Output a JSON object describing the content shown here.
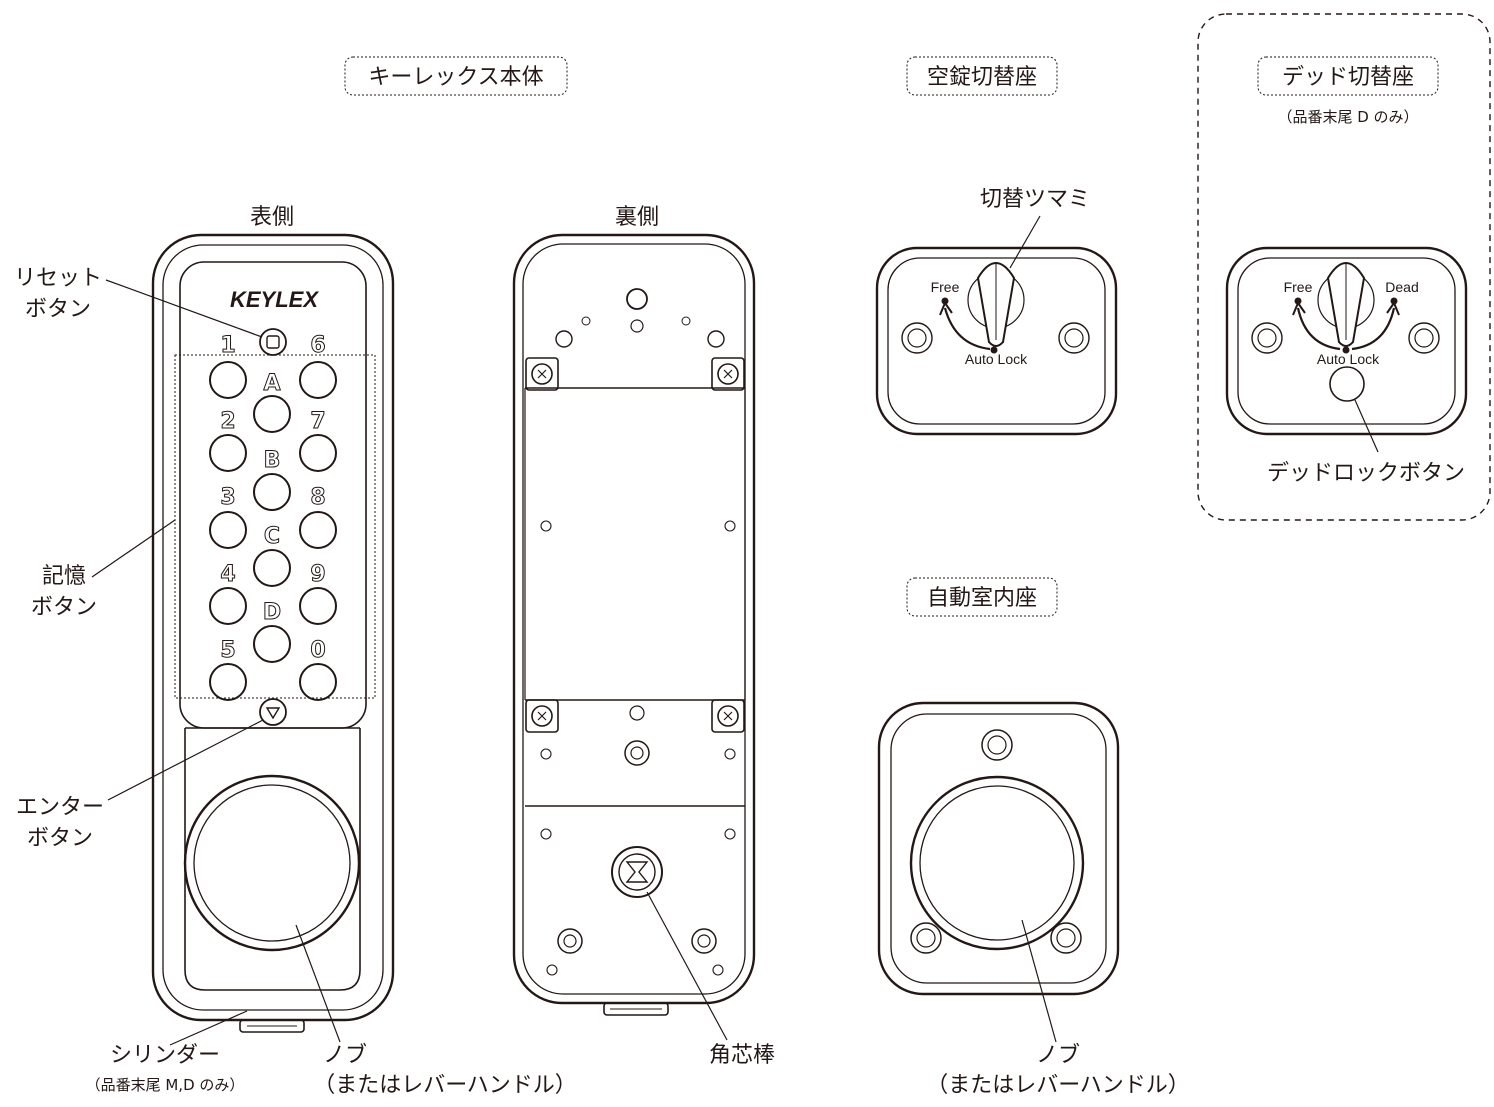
{
  "sections": {
    "main_body": "キーレックス本体",
    "switch_plate": "空錠切替座",
    "dead_plate": "デッド切替座",
    "dead_plate_note": "（品番末尾 D のみ）",
    "auto_indoor": "自動室内座"
  },
  "front_view": {
    "title": "表側",
    "brand": "KEYLEX",
    "reset_label_1": "リセット",
    "reset_label_2": "ボタン",
    "memory_label_1": "記憶",
    "memory_label_2": "ボタン",
    "enter_label_1": "エンター",
    "enter_label_2": "ボタン",
    "cylinder_label": "シリンダー",
    "cylinder_note": "（品番末尾 M,D のみ）",
    "knob_label_1": "ノブ",
    "knob_label_2": "（またはレバーハンドル）",
    "keys": {
      "k1": "1",
      "k6": "6",
      "kA": "A",
      "k2": "2",
      "k7": "7",
      "kB": "B",
      "k3": "3",
      "k8": "8",
      "kC": "C",
      "k4": "4",
      "k9": "9",
      "kD": "D",
      "k5": "5",
      "k0": "0"
    }
  },
  "back_view": {
    "title": "裏側",
    "spindle_label": "角芯棒"
  },
  "switch_plate_view": {
    "knob_label": "切替ツマミ",
    "free": "Free",
    "auto_lock": "Auto Lock"
  },
  "dead_plate_view": {
    "free": "Free",
    "dead": "Dead",
    "auto_lock": "Auto Lock",
    "deadlock_button_label": "デッドロックボタン"
  },
  "indoor_view": {
    "knob_label_1": "ノブ",
    "knob_label_2": "（またはレバーハンドル）"
  },
  "colors": {
    "ink": "#231815",
    "background": "#ffffff"
  }
}
